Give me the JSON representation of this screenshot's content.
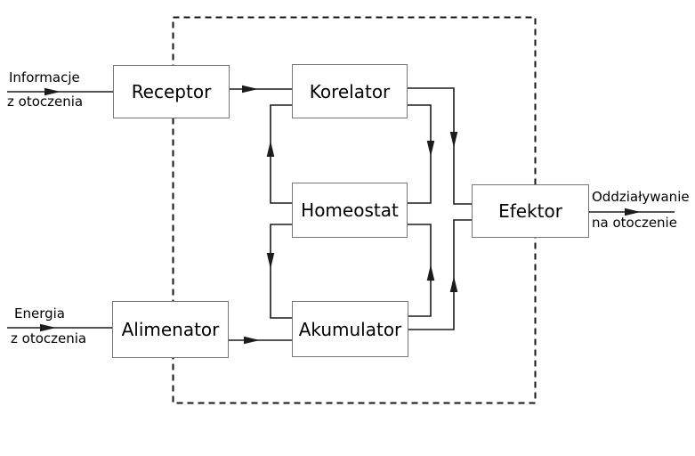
{
  "diagram": {
    "type": "block-diagram",
    "language": "Polish",
    "subject": "autonomous system (cybernetics) block scheme",
    "boxes": [
      {
        "id": "receptor",
        "label": "Receptor"
      },
      {
        "id": "korelator",
        "label": "Korelator"
      },
      {
        "id": "homeostat",
        "label": "Homeostat"
      },
      {
        "id": "akumulator",
        "label": "Akumulator"
      },
      {
        "id": "alimenator",
        "label": "Alimenator"
      },
      {
        "id": "efektor",
        "label": "Efektor"
      }
    ],
    "external_labels": {
      "input_information": {
        "line1": "Informacje",
        "line2": "z otoczenia"
      },
      "input_energy": {
        "line1": "Energia",
        "line2": "z otoczenia"
      },
      "output_effect": {
        "line1": "Oddziaływanie",
        "line2": "na otoczenie"
      }
    },
    "edges": [
      {
        "from": "environment",
        "to": "receptor",
        "label": "Informacje z otoczenia"
      },
      {
        "from": "receptor",
        "to": "korelator",
        "label": ""
      },
      {
        "from": "korelator",
        "to": "efektor",
        "label": ""
      },
      {
        "from": "korelator",
        "to": "homeostat",
        "label": ""
      },
      {
        "from": "homeostat",
        "to": "korelator",
        "label": ""
      },
      {
        "from": "homeostat",
        "to": "akumulator",
        "label": ""
      },
      {
        "from": "akumulator",
        "to": "homeostat",
        "label": ""
      },
      {
        "from": "akumulator",
        "to": "efektor",
        "label": ""
      },
      {
        "from": "environment",
        "to": "alimenator",
        "label": "Energia z otoczenia"
      },
      {
        "from": "alimenator",
        "to": "akumulator",
        "label": ""
      },
      {
        "from": "efektor",
        "to": "environment",
        "label": "Oddziaływanie na otoczenie"
      }
    ],
    "boundary": {
      "shape": "rectangle",
      "style": "dashed",
      "meaning": "system boundary"
    },
    "colors": {
      "background": "#ffffff",
      "line": "#1c1c1c",
      "box_border": "#767676",
      "text": "#000000"
    }
  }
}
